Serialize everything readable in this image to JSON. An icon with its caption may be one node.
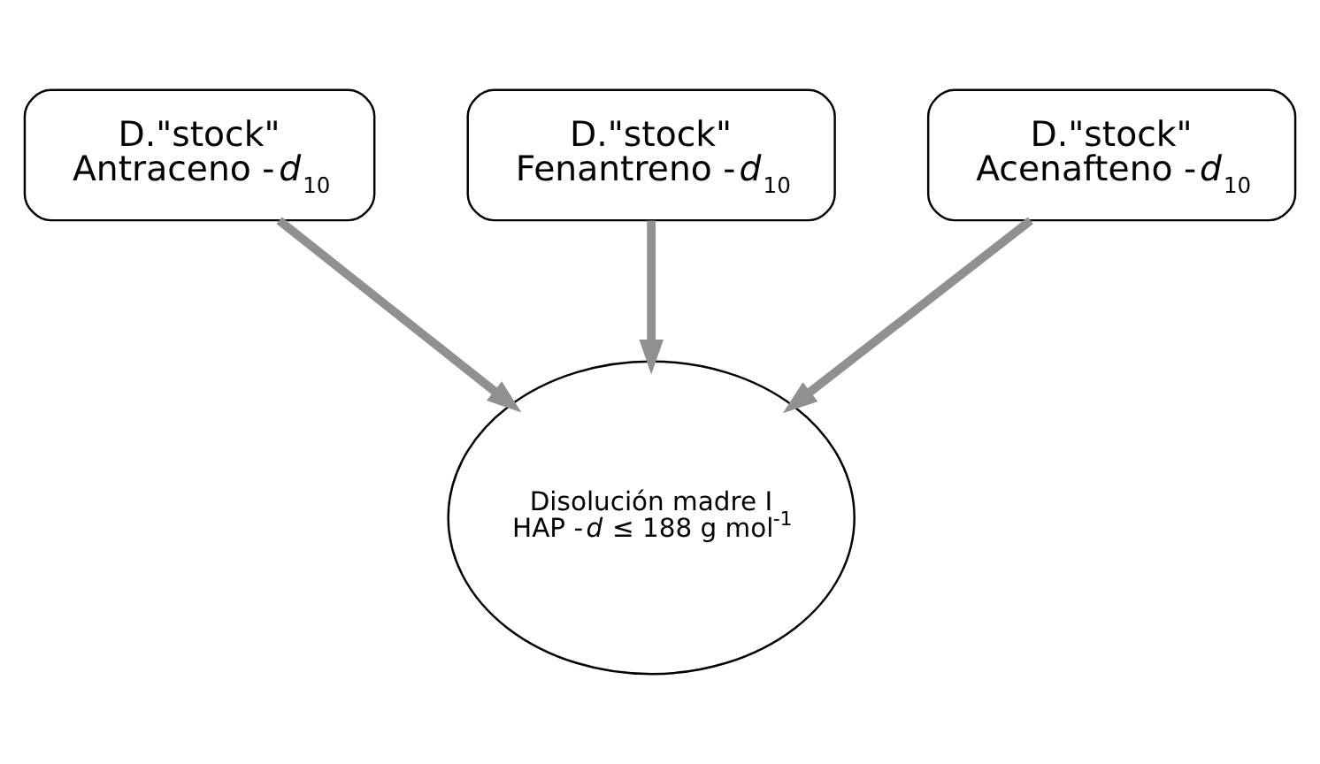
{
  "diagram": {
    "nodes": [
      {
        "text": [
          "D.\"stock\"",
          "Fenantreno -*d*$_{10}$"
        ]
      },
      {
        "text": [
          "D.\"stock\"",
          "Antraceno -*d*$_{10}$"
        ]
      },
      {
        "text": [
          "D.\"stock\"",
          "Acenafteno -*d*$_{10}$"
        ]
      },
      {
        "text": [
          "Disolución madre I",
          "HAP -*d* ≤ 188 g mol$^{-1}$"
        ]
      }
    ],
    "edges": [
      {
        "from": 0,
        "to": 3,
        "arrow": "to"
      },
      {
        "from": 1,
        "to": 3,
        "arrow": "to"
      },
      {
        "from": 2,
        "to": 3,
        "arrow": "to"
      }
    ]
  }
}
